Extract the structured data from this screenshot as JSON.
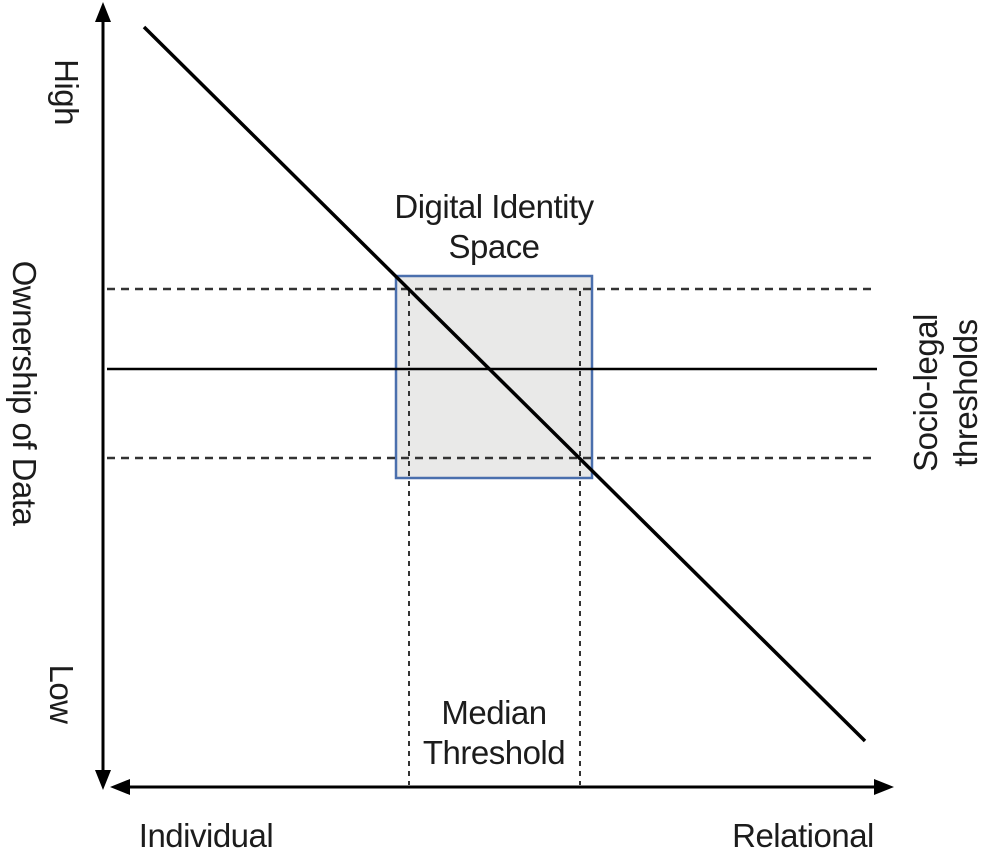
{
  "diagram": {
    "y_axis": {
      "high_label": "High",
      "axis_title": "Ownership of Data",
      "low_label": "Low"
    },
    "x_axis": {
      "left_label": "Individual",
      "right_label": "Relational"
    },
    "box_label": {
      "line1": "Digital Identity",
      "line2": "Space"
    },
    "right_label": {
      "line1": "Socio-legal",
      "line2": "thresholds"
    },
    "bottom_label": {
      "line1": "Median",
      "line2": "Threshold"
    },
    "colors": {
      "box_fill": "#e9e9e8",
      "box_border": "#4a6fad",
      "line": "#000000",
      "dashed_line": "#333333",
      "text": "#1c1c1c",
      "background": "#ffffff"
    }
  }
}
